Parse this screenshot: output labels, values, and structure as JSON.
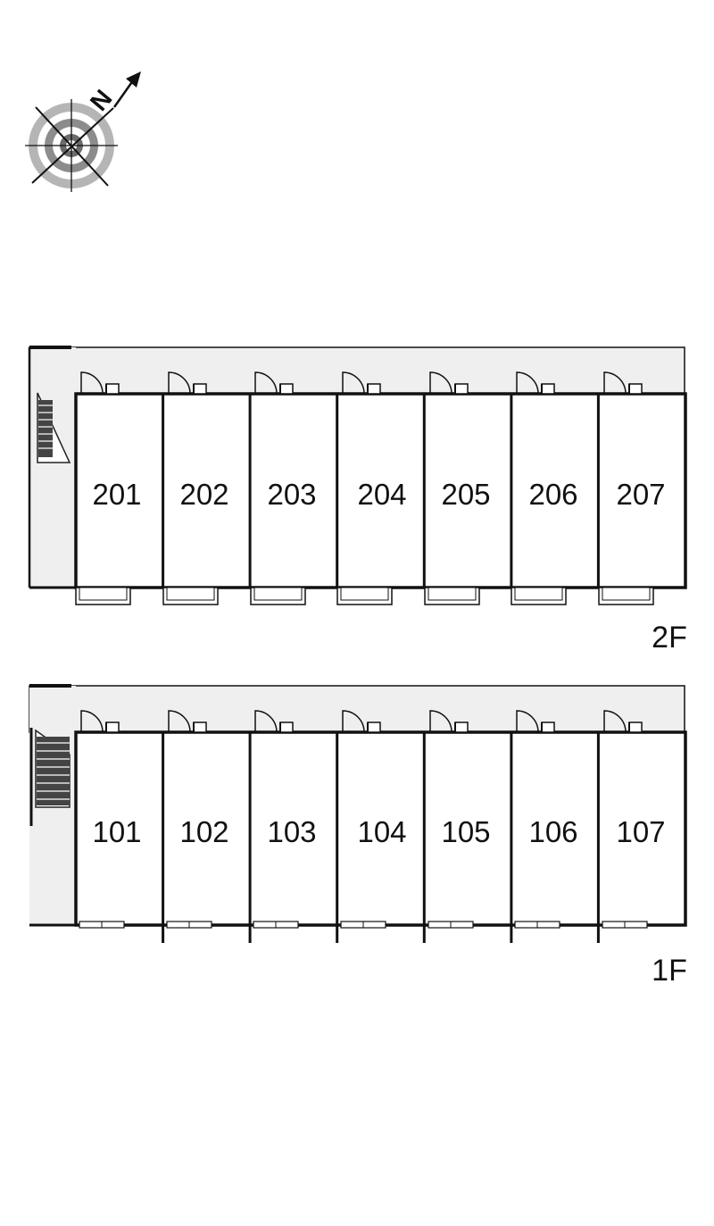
{
  "compass": {
    "north_letter": "N",
    "icon": "compass-rose-icon"
  },
  "colors": {
    "corridor": "#efefef",
    "wall": "#111111",
    "stair": "#333333"
  },
  "floors": [
    {
      "label": "2F",
      "units": [
        "201",
        "202",
        "203",
        "204",
        "205",
        "206",
        "207"
      ]
    },
    {
      "label": "1F",
      "units": [
        "101",
        "102",
        "103",
        "104",
        "105",
        "106",
        "107"
      ]
    }
  ]
}
